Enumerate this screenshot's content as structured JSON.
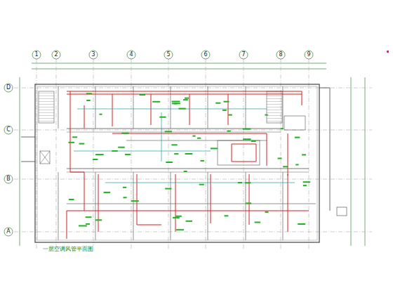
{
  "diagram": {
    "labels": [
      "1",
      "2",
      "3",
      "4",
      "5",
      "6",
      "7",
      "8",
      "9",
      "D",
      "C",
      "B",
      "A",
      "一层空调风管平面图"
    ]
  }
}
